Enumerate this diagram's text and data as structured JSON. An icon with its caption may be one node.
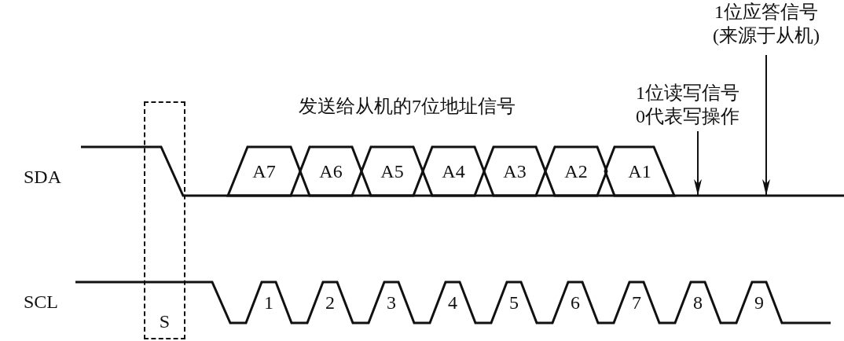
{
  "diagram": {
    "nodes": [
      {
        "text": [
          "S"
        ]
      },
      {
        "text": [],
        "shape": "line"
      },
      {
        "text": [
          "A7"
        ],
        "in": 1
      },
      {
        "text": [
          "A6"
        ],
        "in": 1
      },
      {
        "text": [
          "A5"
        ],
        "in": 1
      },
      {
        "text": [
          "A4"
        ],
        "in": 1
      },
      {
        "text": [
          "A3"
        ],
        "in": 1
      },
      {
        "text": [
          "A2"
        ],
        "in": 1
      },
      {
        "text": [
          "A1"
        ],
        "in": 1
      },
      {
        "text": [
          "1位读写信号",
          "0代表写操作"
        ]
      },
      {
        "text": [
          "1位应答信号",
          "(来源于从机)"
        ]
      }
    ],
    "edges": [
      {
        "from": 9,
        "to": 1,
        "arrow": "to"
      },
      {
        "from": 10,
        "to": 1,
        "arrow": "to"
      }
    ],
    "labels": [
      "发送给从机的7位地址信号",
      "SDA",
      "SCL",
      "1",
      "2",
      "3",
      "4",
      "5",
      "6",
      "7",
      "8",
      "9"
    ]
  }
}
